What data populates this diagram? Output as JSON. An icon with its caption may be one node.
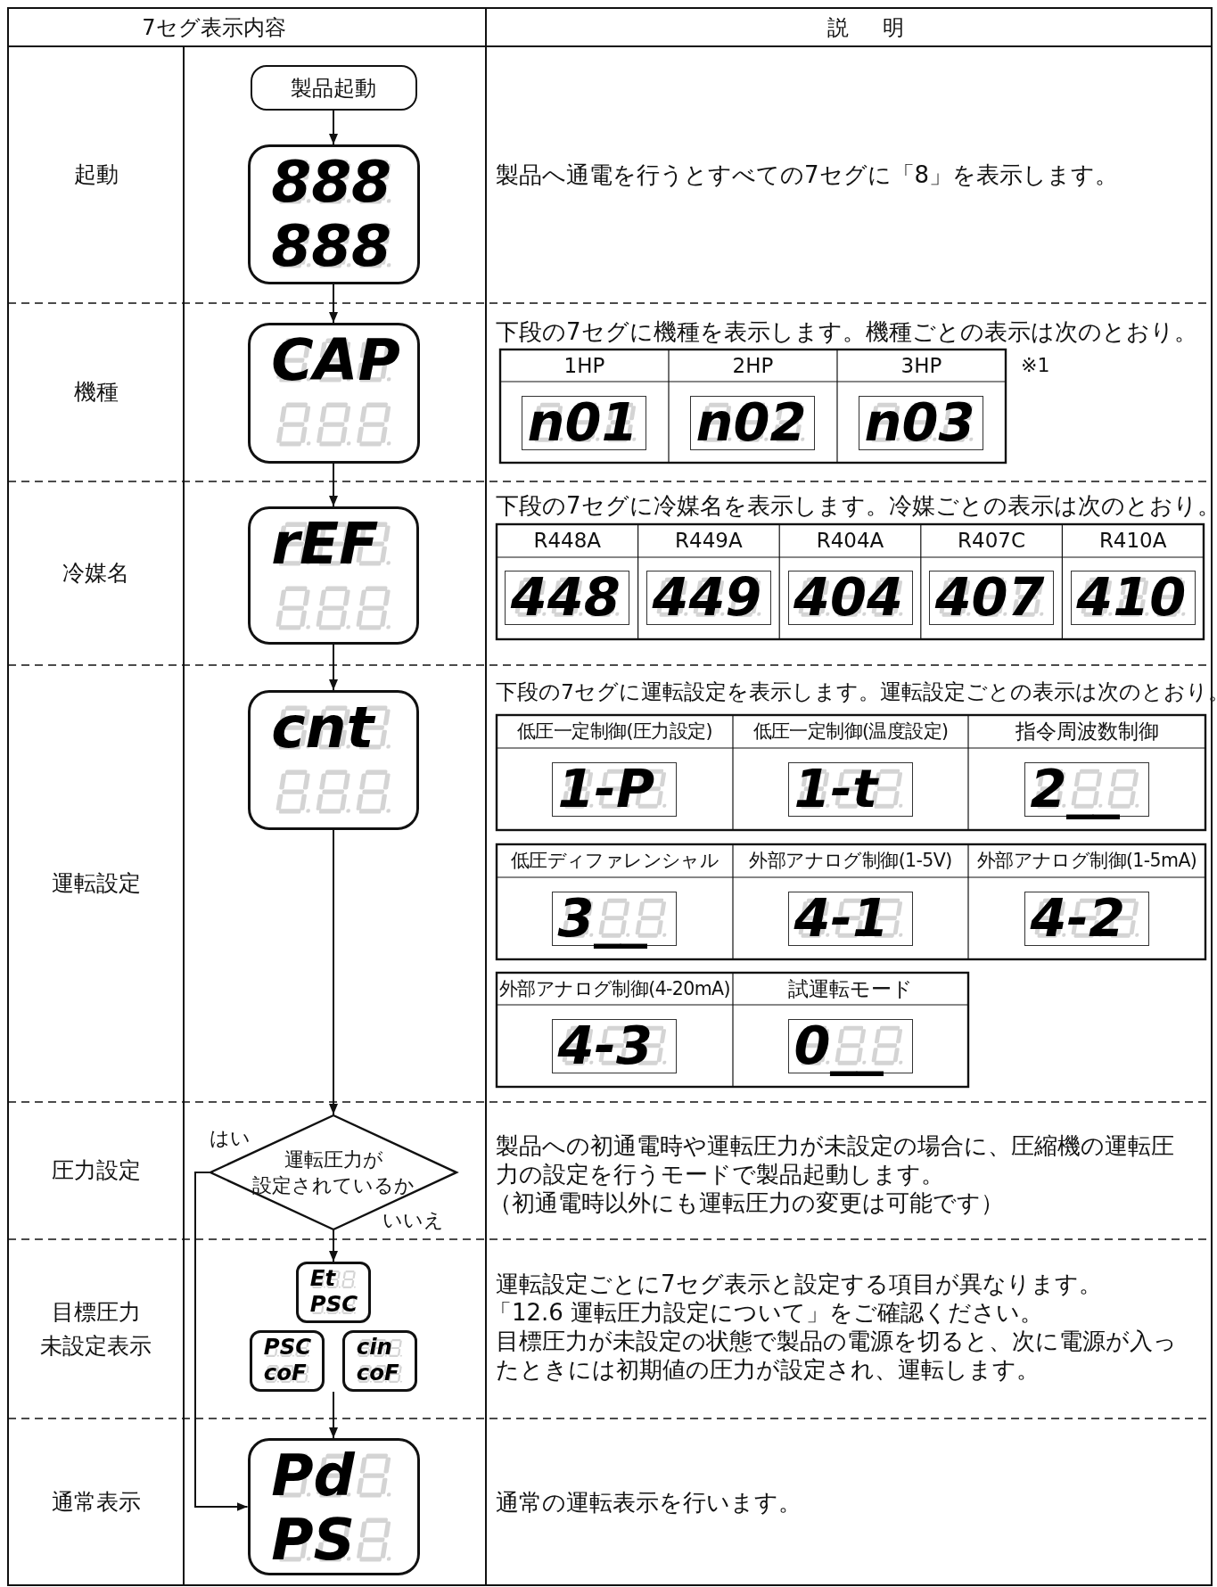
{
  "diagram": {
    "nodes": [
      {
        "text": [
          "製品起動"
        ]
      },
      {
        "text": [
          "888",
          "888"
        ]
      },
      {
        "text": [
          "CAP"
        ]
      },
      {
        "text": [
          "rEF"
        ]
      },
      {
        "text": [
          "cnt"
        ]
      },
      {
        "text": [
          "運転圧力が設定されているか"
        ]
      },
      {
        "text": [
          "Et",
          "PSC"
        ]
      },
      {
        "text": [
          "PSC",
          "coF"
        ]
      },
      {
        "text": [
          "cin",
          "coF"
        ]
      },
      {
        "text": [
          "Pd",
          "PS"
        ]
      }
    ],
    "edges": [
      {
        "from": 0,
        "to": 1,
        "arrow": "to"
      },
      {
        "from": 1,
        "to": 2,
        "arrow": "to"
      },
      {
        "from": 2,
        "to": 3,
        "arrow": "to"
      },
      {
        "from": 3,
        "to": 4,
        "arrow": "to"
      },
      {
        "from": 4,
        "to": 5,
        "arrow": "to"
      },
      {
        "from": 5,
        "to": 6,
        "arrow": "to",
        "label": "いいえ"
      },
      {
        "from": 5,
        "to": 9,
        "arrow": "to",
        "label": "はい"
      },
      {
        "from": 7,
        "to": 9,
        "arrow": "to"
      }
    ],
    "labels": [
      "7セグ表示内容",
      "説明",
      "起動",
      "製品へ通電を行うとすべての7セグに「8」を表示します。",
      "機種",
      "下段の7セグに機種を表示します。機種ごとの表示は次のとおり。",
      "1HP",
      "2HP",
      "3HP",
      "※1",
      "n01",
      "n02",
      "n03",
      "冷媒名",
      "下段の7セグに冷媒名を表示します。冷媒ごとの表示は次のとおり。",
      "R448A",
      "R449A",
      "R404A",
      "R407C",
      "R410A",
      "448",
      "449",
      "404",
      "407",
      "410",
      "運転設定",
      "下段の7セグに運転設定を表示します。運転設定ごとの表示は次のとおり。",
      "低圧一定制御(圧力設定)",
      "低圧一定制御(温度設定)",
      "指令周波数制御",
      "1-P",
      "1-t",
      "2__",
      "低圧ディファレンシャル",
      "外部アナログ制御(1-5V)",
      "外部アナログ制御(1-5mA)",
      "3__",
      "4-1",
      "4-2",
      "外部アナログ制御(4-20mA)",
      "試運転モード",
      "4-3",
      "0__",
      "圧力設定",
      "製品への初通電時や運転圧力が未設定の場合に、圧縮機の運転圧力の設定を行うモードで製品起動します。",
      "（初通電時以外にも運転圧力の変更は可能です）",
      "目標圧力未設定表示",
      "運転設定ごとに7セグ表示と設定する項目が異なります。",
      "「12.6 運転圧力設定について」をご確認ください。",
      "目標圧力が未設定の状態で製品の電源を切ると、次に電源が入ったときには初期値の圧力が設定され、運転します。",
      "通常表示",
      "通常の運転表示を行います。"
    ]
  }
}
